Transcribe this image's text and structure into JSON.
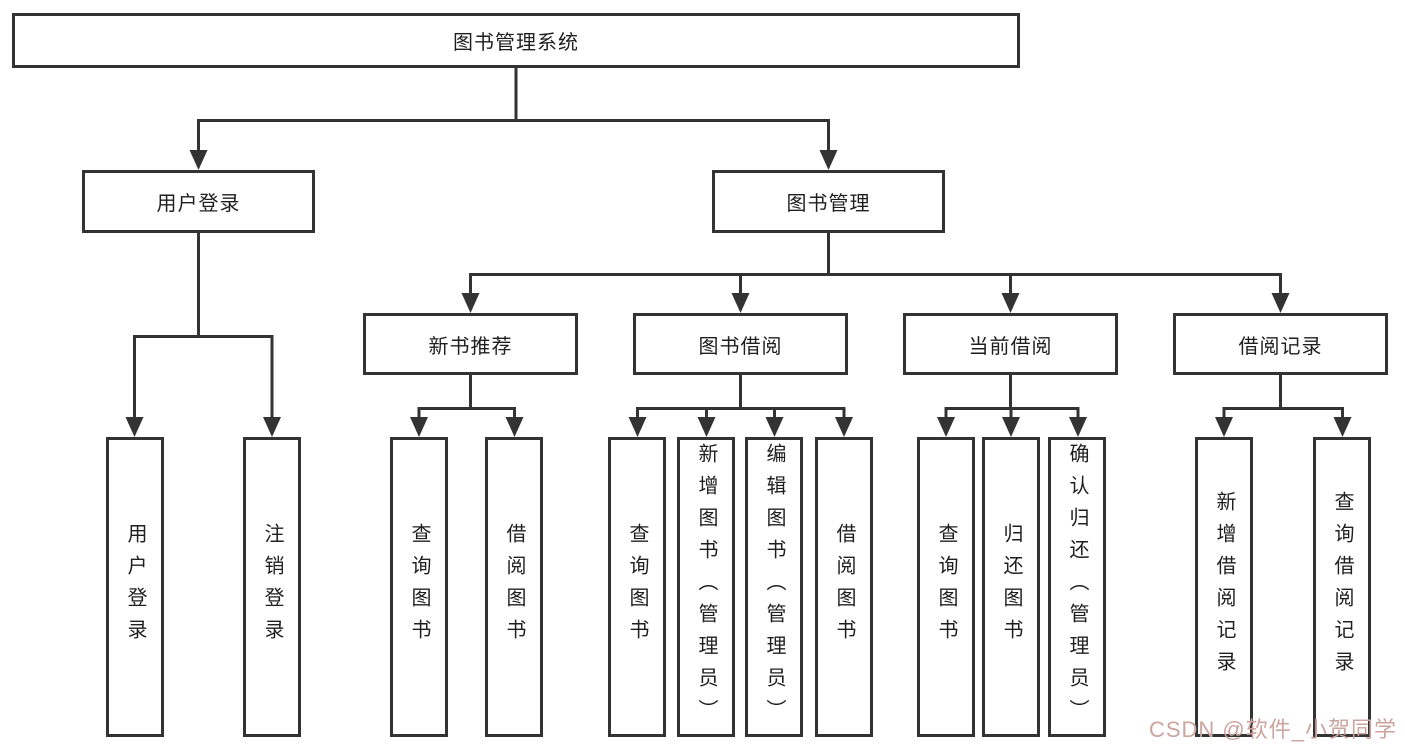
{
  "colors": {
    "line": "#333333",
    "border": "#333333",
    "text": "#1f1f1f",
    "background": "#ffffff",
    "watermark": "#cba49e"
  },
  "watermark": {
    "text": "CSDN @软件_小贺同学"
  },
  "tree": {
    "root": {
      "label": "图书管理系统"
    },
    "branches": [
      {
        "label": "用户登录",
        "children": [
          {
            "label": "用户登录"
          },
          {
            "label": "注销登录"
          }
        ]
      },
      {
        "label": "图书管理",
        "groups": [
          {
            "label": "新书推荐",
            "children": [
              {
                "label": "查询图书"
              },
              {
                "label": "借阅图书"
              }
            ]
          },
          {
            "label": "图书借阅",
            "children": [
              {
                "label": "查询图书"
              },
              {
                "label": "新增图书（管理员）"
              },
              {
                "label": "编辑图书（管理员）"
              },
              {
                "label": "借阅图书"
              }
            ]
          },
          {
            "label": "当前借阅",
            "children": [
              {
                "label": "查询图书"
              },
              {
                "label": "归还图书"
              },
              {
                "label": "确认归还（管理员）"
              }
            ]
          },
          {
            "label": "借阅记录",
            "children": [
              {
                "label": "新增借阅记录"
              },
              {
                "label": "查询借阅记录"
              }
            ]
          }
        ]
      }
    ]
  }
}
